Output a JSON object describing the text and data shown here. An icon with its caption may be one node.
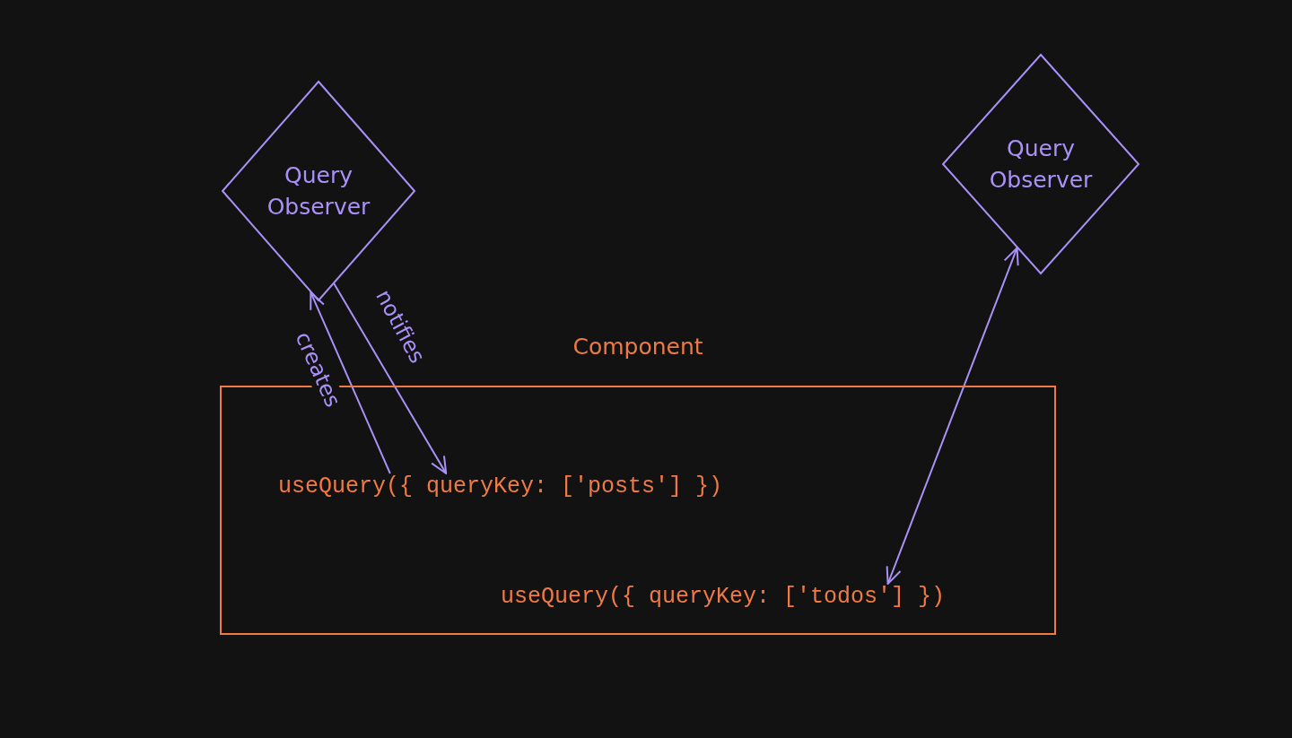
{
  "diagram": {
    "nodes": [
      {
        "text": [
          "Query Observer"
        ]
      },
      {
        "text": [
          "Query Observer"
        ]
      },
      {
        "text": [
          "Component"
        ]
      },
      {
        "text": [
          "useQuery({ queryKey: ['posts'] })"
        ],
        "in": 2
      },
      {
        "text": [
          "useQuery({ queryKey: ['todos'] })"
        ],
        "in": 2
      }
    ],
    "edges": [
      {
        "from": 3,
        "to": 0,
        "arrow": "to",
        "label": "creates"
      },
      {
        "from": 0,
        "to": 3,
        "arrow": "to",
        "label": "notifies"
      },
      {
        "from": 1,
        "to": 4,
        "arrow": "both"
      }
    ]
  }
}
